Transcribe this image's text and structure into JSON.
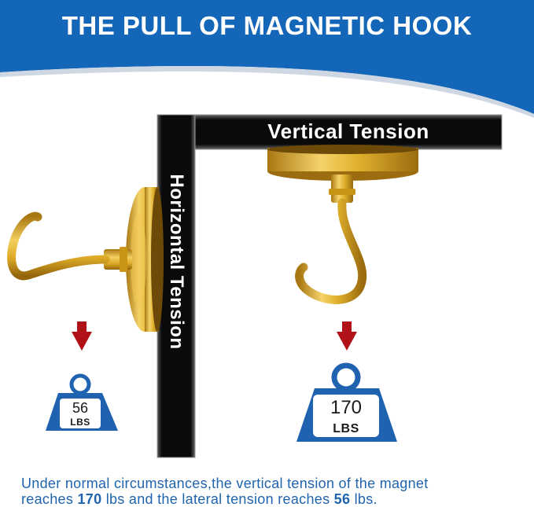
{
  "title": "THE PULL OF MAGNETIC HOOK",
  "beams": {
    "vertical_label": "Vertical Tension",
    "horizontal_label": "Horizontal Tension"
  },
  "weights": {
    "horizontal": {
      "value": "56",
      "unit": "LBS"
    },
    "vertical": {
      "value": "170",
      "unit": "LBS"
    }
  },
  "caption": {
    "line1": "Under normal circumstances,the vertical tension of the magnet",
    "line2_prefix": "reaches",
    "vertical_value": "170",
    "line2_mid": " lbs and the lateral tension reaches ",
    "horizontal_value": "56",
    "line2_suffix": " lbs."
  },
  "colors": {
    "banner_blue": "#1466b8",
    "beam_black": "#0b0b0b",
    "gold": "#d9a521",
    "arrow_red": "#b01217",
    "weight_blue": "#1f62b0",
    "caption_blue": "#1f64ad"
  },
  "icons": {
    "down_arrow": "down-arrow-icon",
    "weight": "weight-icon"
  }
}
